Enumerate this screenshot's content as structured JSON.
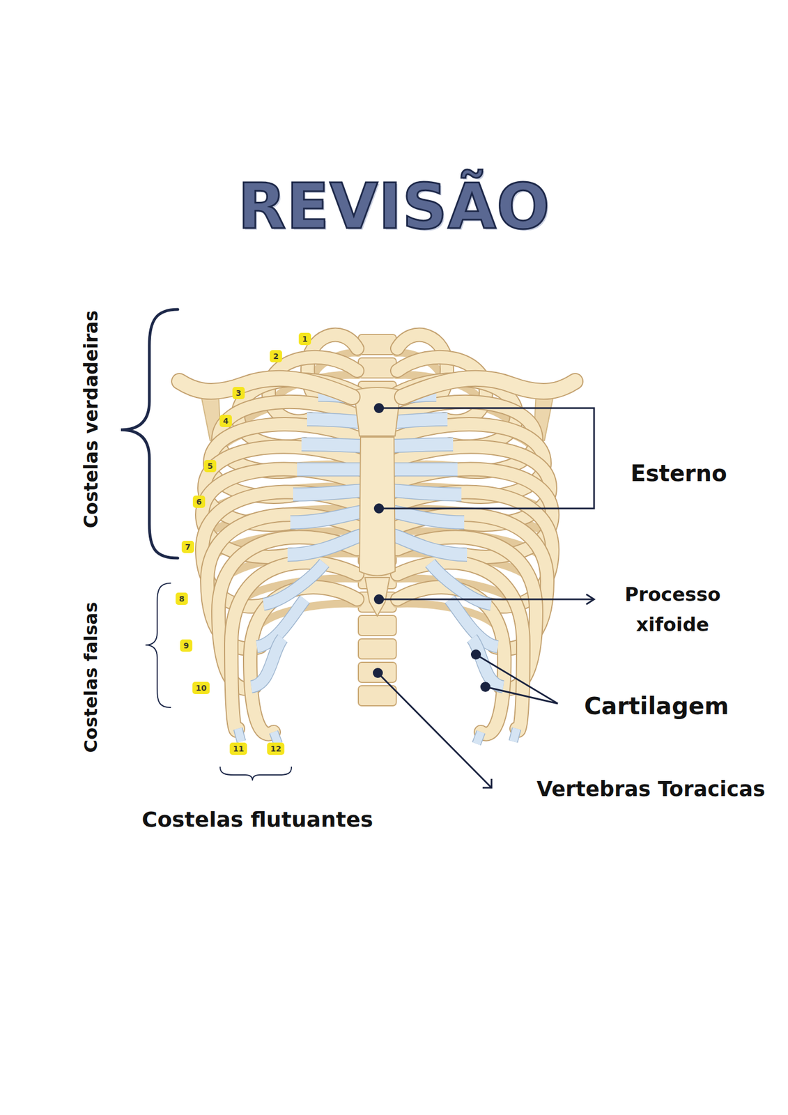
{
  "diagram": {
    "title": "REVISÃO",
    "labels": [
      "1",
      "2",
      "3",
      "4",
      "5",
      "6",
      "7",
      "8",
      "9",
      "10",
      "11",
      "12",
      "Costelas verdadeiras",
      "Costelas falsas",
      "Costelas flutuantes",
      "Esterno",
      "Processo xifoide",
      "Cartilagem",
      "Vertebras Toracicas"
    ]
  }
}
